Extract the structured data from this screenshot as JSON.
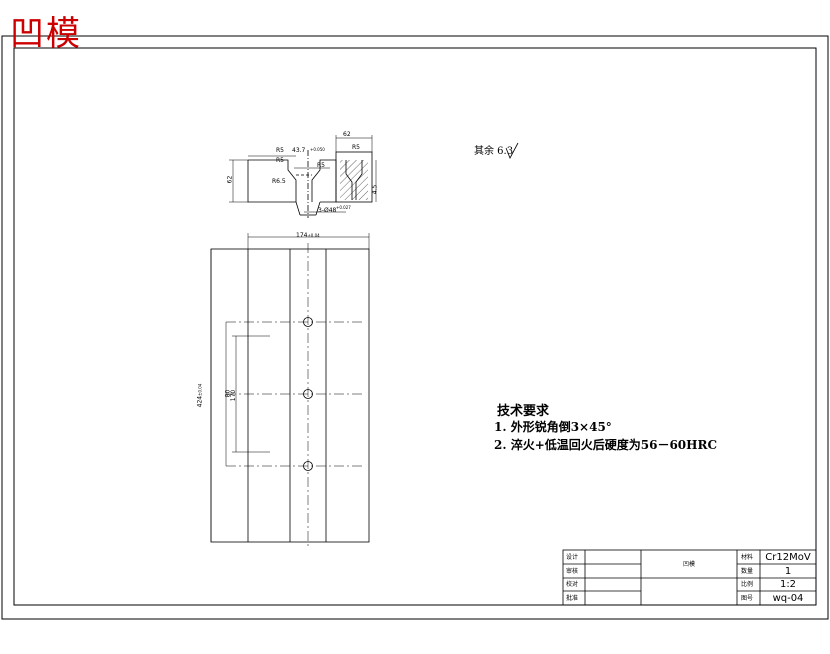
{
  "stamp": "凹模",
  "roughness_note": "其余 6.3",
  "section_dims": {
    "d1": "R5",
    "d2": "43.7",
    "d2_tol": "+0.050",
    "d3": "R5",
    "d4": "62",
    "d5": "R6.5",
    "d6": "R5",
    "d7": "3-Ø48",
    "d7_tol": "+0.027",
    "d8": "62",
    "d9": "R5",
    "d10": "4.5"
  },
  "plan_dims": {
    "width": "174",
    "width_tol": "±0.04",
    "height": "424",
    "height_tol": "±0.04",
    "inner1": "80",
    "inner2": "170"
  },
  "requirements": {
    "title": "技术要求",
    "item1": "1. 外形锐角倒3×45°",
    "item2": "2. 淬火+低温回火后硬度为56－60HRC"
  },
  "title_block": {
    "row1_label": "设计",
    "row2_label": "审核",
    "row3_label": "校对",
    "row4_label": "批准",
    "part_name": "凹模",
    "material_label": "材料",
    "material": "Cr12MoV",
    "qty_label": "数量",
    "qty": "1",
    "scale_label": "比例",
    "scale": "1:2",
    "drawing_label": "图号",
    "drawing_no": "wq-04"
  }
}
